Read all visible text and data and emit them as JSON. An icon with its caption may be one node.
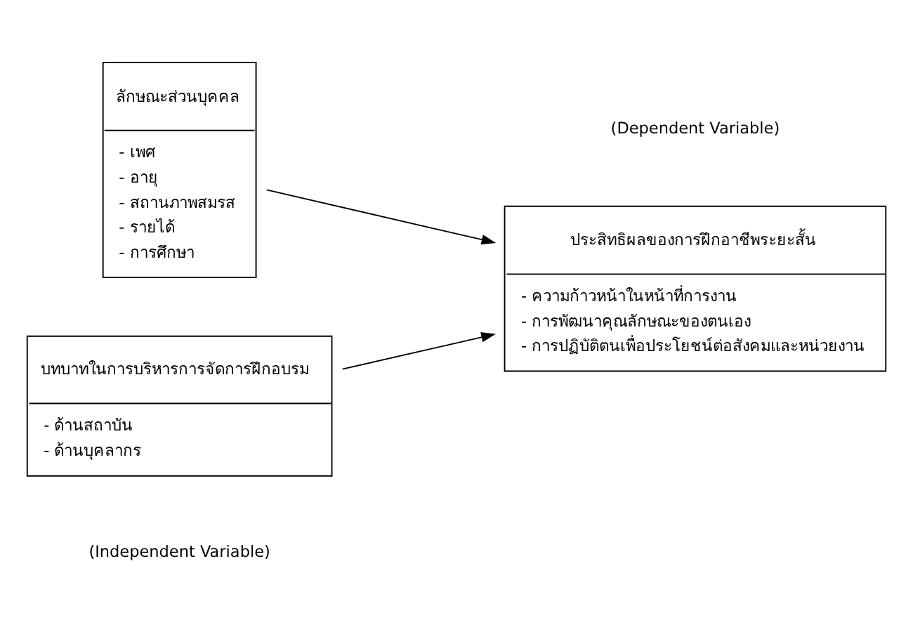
{
  "diagram": {
    "nodes": [
      {
        "text": [
          "ลักษณะส่วนบุคคล",
          "- เพศ",
          "- อายุ",
          "- สถานภาพสมรส",
          "- รายได้",
          "- การศึกษา"
        ]
      },
      {
        "text": [
          "บทบาทในการบริหารการจัดการฝึกอบรม",
          "- ด้านสถาบัน",
          "- ด้านบุคลากร"
        ]
      },
      {
        "text": [
          "ประสิทธิผลของการฝึกอาชีพระยะสั้น",
          "- ความก้าวหน้าในหน้าที่การงาน",
          "- การพัฒนาคุณลักษณะของตนเอง",
          "- การปฏิบัติตนเพื่อประโยชน์ต่อสังคมและหน่วยงาน"
        ]
      }
    ],
    "edges": [
      {
        "from": 0,
        "to": 2,
        "arrow": "to"
      },
      {
        "from": 1,
        "to": 2,
        "arrow": "to"
      }
    ],
    "labels": [
      "(Independent Variable)",
      "(Dependent Variable)"
    ]
  }
}
